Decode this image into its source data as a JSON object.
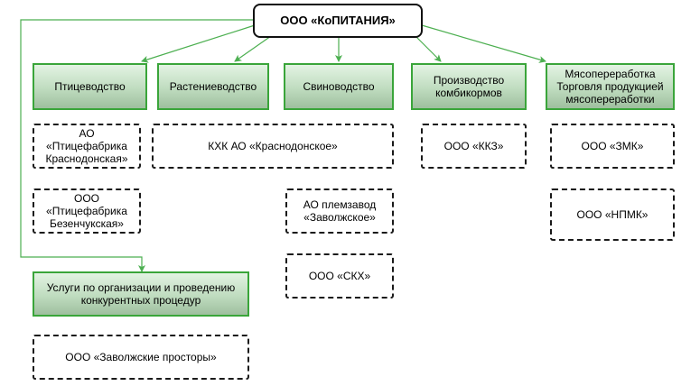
{
  "root": {
    "label": "ООО «КоПИТАНИЯ»"
  },
  "categories": [
    {
      "label": "Птицеводство"
    },
    {
      "label": "Растениеводство"
    },
    {
      "label": "Свиноводство"
    },
    {
      "label": "Производство комбикормов"
    },
    {
      "label": "Мясопереработка Торговля продукцией мясопереработки"
    },
    {
      "label": "Услуги по организации и проведению конкурентных процедур"
    }
  ],
  "subsidiaries": [
    {
      "label": "АО «Птицефабрика Краснодонская»"
    },
    {
      "label": "ООО «Птицефабрика Безенчукская»"
    },
    {
      "label": "КХК АО «Краснодонское»"
    },
    {
      "label": "АО племзавод «Заволжское»"
    },
    {
      "label": "ООО «СКХ»"
    },
    {
      "label": "ООО «ККЗ»"
    },
    {
      "label": "ООО «ЗМК»"
    },
    {
      "label": "ООО «НПМК»"
    },
    {
      "label": "ООО «Заволжские просторы»"
    }
  ],
  "colors": {
    "category_border": "#3aa53a",
    "connector": "#4caf50",
    "root_border": "#111111"
  }
}
